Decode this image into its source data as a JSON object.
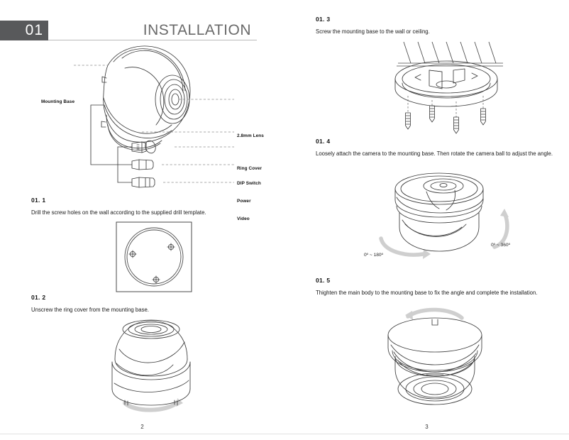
{
  "document": {
    "chapter_number": "01",
    "chapter_title": "INSTALLATION"
  },
  "pages": {
    "left_number": "2",
    "right_number": "3"
  },
  "hero_diagram": {
    "callouts": [
      {
        "id": "mounting-base",
        "label": "Mounting Base"
      },
      {
        "id": "lens",
        "label": "2.8mm Lens"
      },
      {
        "id": "ring-cover",
        "label": "Ring Cover"
      },
      {
        "id": "dip-switch",
        "label": "DIP Switch"
      },
      {
        "id": "power",
        "label": "Power"
      },
      {
        "id": "video",
        "label": "Video"
      }
    ]
  },
  "steps": [
    {
      "id": "step-01-1",
      "number": "01. 1",
      "text": "Drill the screw holes on the wall according to the supplied drill template."
    },
    {
      "id": "step-01-2",
      "number": "01. 2",
      "text": "Unscrew the ring cover from the mounting base."
    },
    {
      "id": "step-01-3",
      "number": "01. 3",
      "text": "Screw the mounting base to the wall or ceiling."
    },
    {
      "id": "step-01-4",
      "number": "01. 4",
      "text": "Loosely attach the camera to the mounting base. Then rotate the camera ball to adjust the angle."
    },
    {
      "id": "step-01-5",
      "number": "01. 5",
      "text": "Thighten the main body to the mounting base to fix the angle and complete the installation."
    }
  ],
  "rotation_labels": {
    "tilt": "0º ~ 180º",
    "pan": "0º ~ 360º"
  },
  "colors": {
    "badge_background": "#58595b",
    "title_gray": "#6a6a6a",
    "line_art": "#3a3a3a",
    "arrow_gray": "#c9c9c9"
  }
}
